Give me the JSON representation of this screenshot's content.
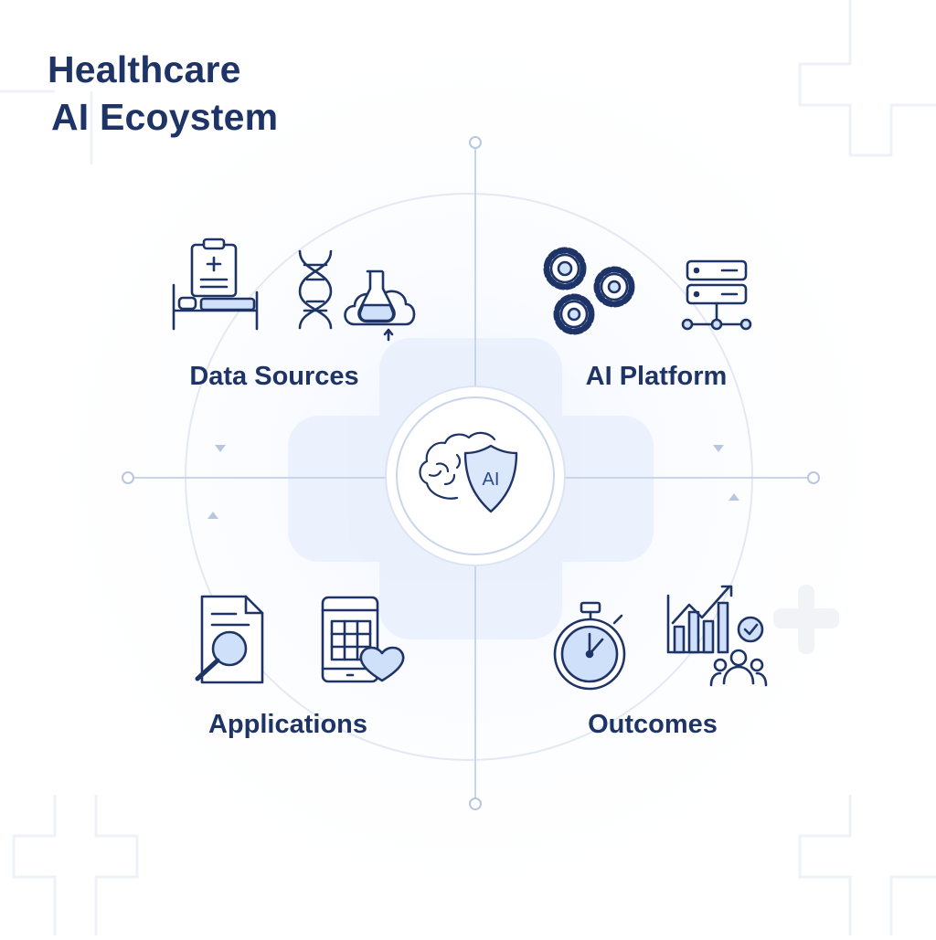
{
  "title": {
    "line1": "Healthcare",
    "line2": "AI Ecoystem"
  },
  "center": {
    "badge_text": "AI"
  },
  "quadrants": [
    {
      "label": "Data Sources",
      "icons": [
        "clipboard-icon",
        "hospital-bed-icon",
        "dna-icon",
        "lab-flask-cloud-icon"
      ]
    },
    {
      "label": "AI Platform",
      "icons": [
        "gears-icon",
        "server-network-icon"
      ]
    },
    {
      "label": "Applications",
      "icons": [
        "document-search-icon",
        "tablet-calendar-heart-icon"
      ]
    },
    {
      "label": "Outcomes",
      "icons": [
        "stopwatch-icon",
        "growth-chart-team-icon"
      ]
    }
  ],
  "colors": {
    "title": "#1f3466",
    "icon_stroke": "#1f3466",
    "icon_fill": "#cfe0fb",
    "accent_line": "#c9d5ea",
    "cross_bg": "#e9f0fd"
  }
}
